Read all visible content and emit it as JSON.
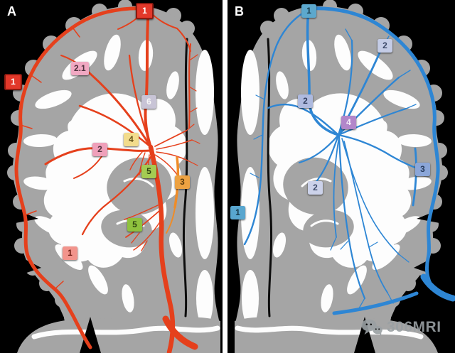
{
  "figure": {
    "description_visible_text_only": ""
  },
  "colors": {
    "background": "#000000",
    "divider": "#ffffff",
    "brain_gray": "#a5a5a5",
    "white_matter": "#fdfdfd",
    "artery": "#e5401c",
    "artery_accent": "#ef8c28",
    "vein": "#2e86d4",
    "watermark": "#9aa0a3"
  },
  "panel_a": {
    "letter": "A",
    "badges": [
      {
        "label": "1",
        "bg": "#e2382a",
        "fg": "#ffffff",
        "border": "#8a1a10"
      },
      {
        "label": "1",
        "bg": "#e2382a",
        "fg": "#ffffff",
        "border": "#8a1a10"
      },
      {
        "label": "2.1",
        "bg": "#f0a8c2",
        "fg": "#50323e"
      },
      {
        "label": "6",
        "bg": "#c8c4d6",
        "fg": "#f7f7f7"
      },
      {
        "label": "4",
        "bg": "#f2dc8c",
        "fg": "#68561c"
      },
      {
        "label": "2",
        "bg": "#efa0ba",
        "fg": "#50323e"
      },
      {
        "label": "5",
        "bg": "#a4cb52",
        "fg": "#2e4410"
      },
      {
        "label": "3",
        "bg": "#eda242",
        "fg": "#5e3c0c"
      },
      {
        "label": "5",
        "bg": "#8fc23e",
        "fg": "#2e4410"
      },
      {
        "label": "1",
        "bg": "#f2948c",
        "fg": "#6e1c12"
      }
    ]
  },
  "panel_b": {
    "letter": "B",
    "badges": [
      {
        "label": "1",
        "bg": "#5ca8cd",
        "fg": "#173a4a"
      },
      {
        "label": "2",
        "bg": "#c4cce6",
        "fg": "#3c4968"
      },
      {
        "label": "2",
        "bg": "#aebadf",
        "fg": "#323f60"
      },
      {
        "label": "4",
        "bg": "#b286ca",
        "fg": "#f6f0fa"
      },
      {
        "label": "3",
        "bg": "#8ba6d8",
        "fg": "#263a5c"
      },
      {
        "label": "2",
        "bg": "#ccd2ea",
        "fg": "#3c4968"
      },
      {
        "label": "1",
        "bg": "#58a6cf",
        "fg": "#173a4a"
      }
    ]
  },
  "watermark": {
    "text": "306MRI"
  }
}
